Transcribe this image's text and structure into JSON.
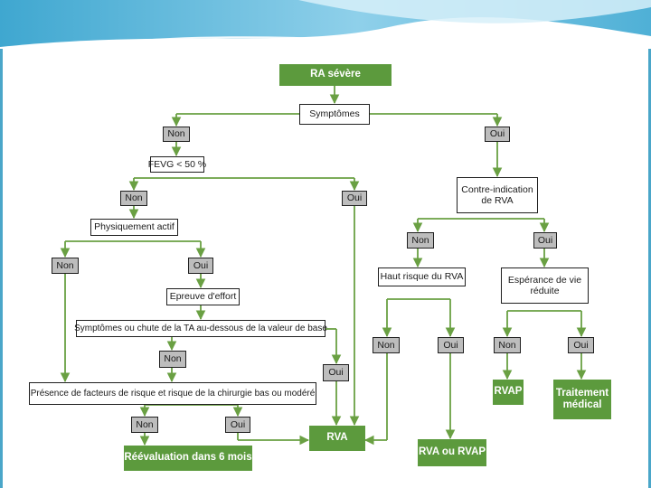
{
  "colors": {
    "header_blue": "#5bb3d6",
    "frame_blue": "#4aa6c9",
    "outcome_green": "#5c9a3d",
    "arrow_green": "#6aa043",
    "answer_grey": "#bdbdbd"
  },
  "flowchart": {
    "start": "RA sévère",
    "symptoms": "Symptômes",
    "symptoms_no": "Non",
    "symptoms_yes": "Oui",
    "fevg": "FEVG < 50 %",
    "fevg_no": "Non",
    "fevg_yes": "Oui",
    "active": "Physiquement actif",
    "active_no": "Non",
    "active_yes": "Oui",
    "stress_test": "Epreuve d'effort",
    "bp_drop": "Symptômes ou chute de la TA au-dessous de la valeur de base",
    "bp_drop_no": "Non",
    "bp_drop_yes": "Oui",
    "risk_factors": "Présence de facteurs de risque et risque de la chirurgie bas ou modéré",
    "risk_no": "Non",
    "risk_yes": "Oui",
    "reevaluation": "Réévaluation dans 6 mois",
    "rva": "RVA",
    "contraindication": "Contre-indication de RVA",
    "contra_no": "Non",
    "contra_yes": "Oui",
    "high_risk": "Haut risque du RVA",
    "high_risk_no": "Non",
    "high_risk_yes": "Oui",
    "rva_or_rvap": "RVA ou RVAP",
    "life_expectancy": "Espérance de vie réduite",
    "life_no": "Non",
    "life_yes": "Oui",
    "rvap": "RVAP",
    "medical_treatment": "Traitement médical"
  }
}
